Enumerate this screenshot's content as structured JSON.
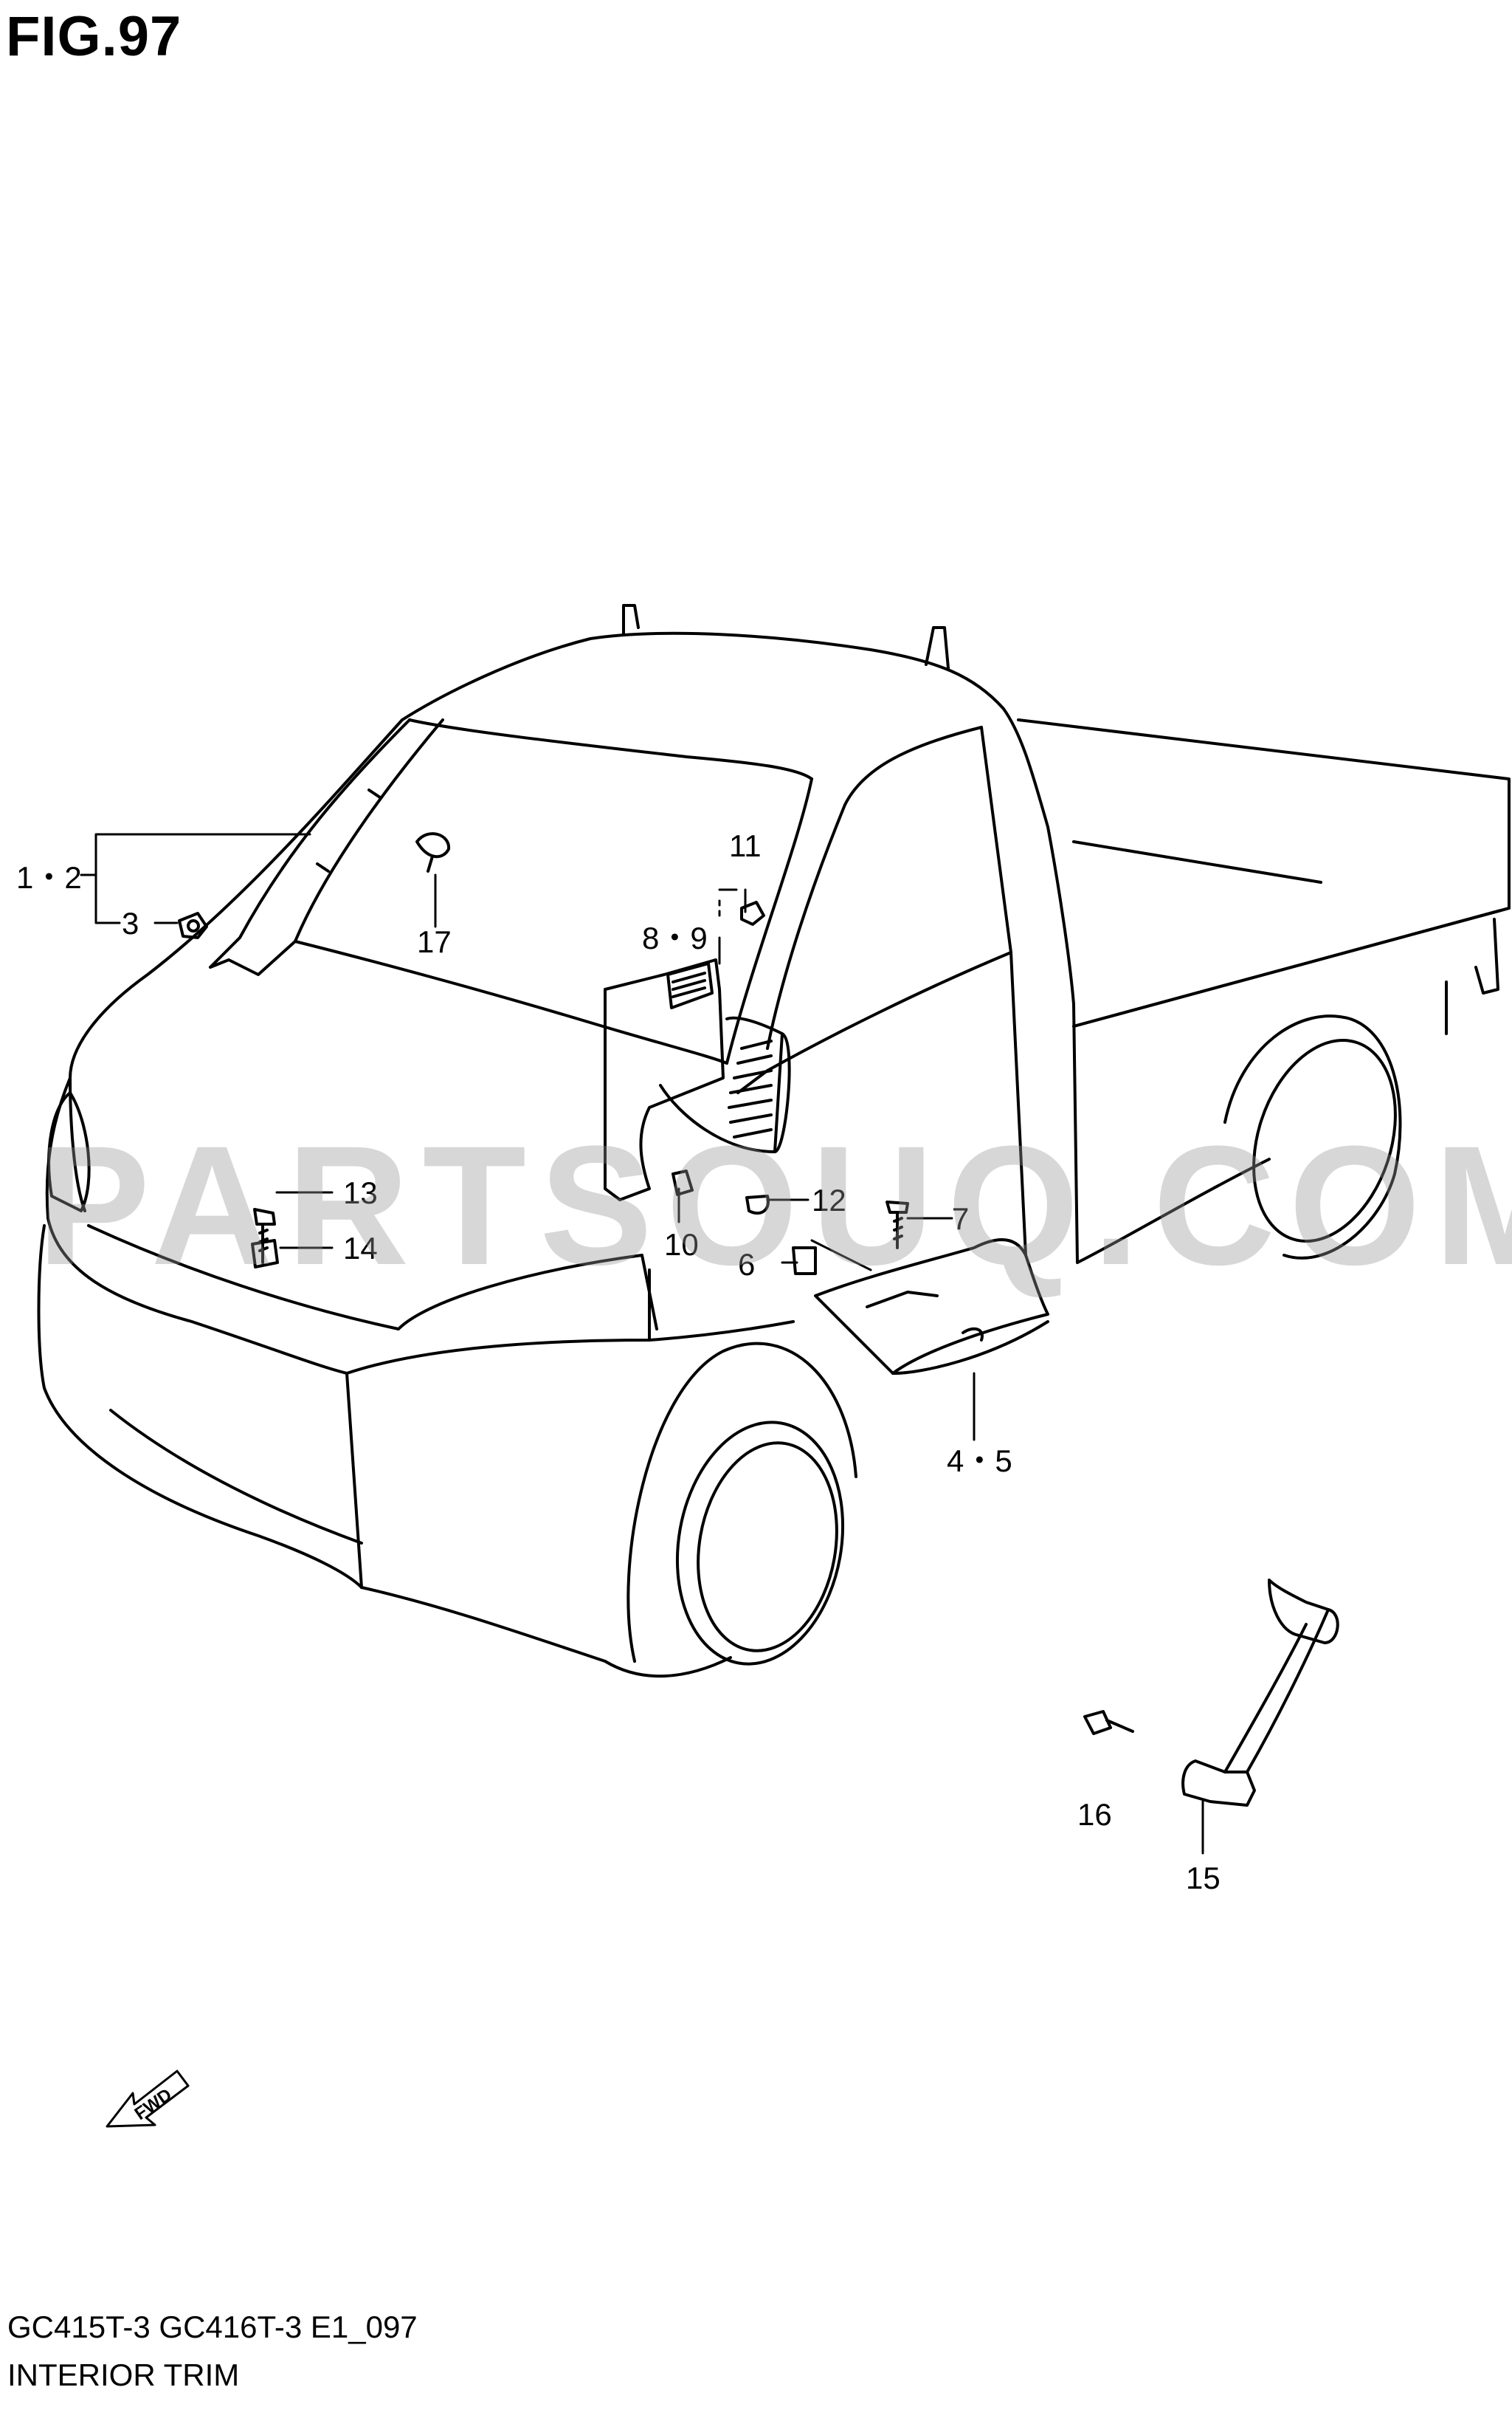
{
  "figure": {
    "title": "FIG.97",
    "model_code": "GC415T-3 GC416T-3 E1_097",
    "section_title": "INTERIOR TRIM",
    "watermark": "PARTSOUQ.COM",
    "fwd_label": "FWD"
  },
  "callouts": [
    {
      "id": "c-1-2",
      "label": "1・2"
    },
    {
      "id": "c-3",
      "label": "3"
    },
    {
      "id": "c-4-5",
      "label": "4・5"
    },
    {
      "id": "c-6",
      "label": "6"
    },
    {
      "id": "c-7",
      "label": "7"
    },
    {
      "id": "c-8-9",
      "label": "8・9"
    },
    {
      "id": "c-10",
      "label": "10"
    },
    {
      "id": "c-11",
      "label": "11"
    },
    {
      "id": "c-12",
      "label": "12"
    },
    {
      "id": "c-13",
      "label": "13"
    },
    {
      "id": "c-14",
      "label": "14"
    },
    {
      "id": "c-15",
      "label": "15"
    },
    {
      "id": "c-16",
      "label": "16"
    },
    {
      "id": "c-17",
      "label": "17"
    }
  ]
}
